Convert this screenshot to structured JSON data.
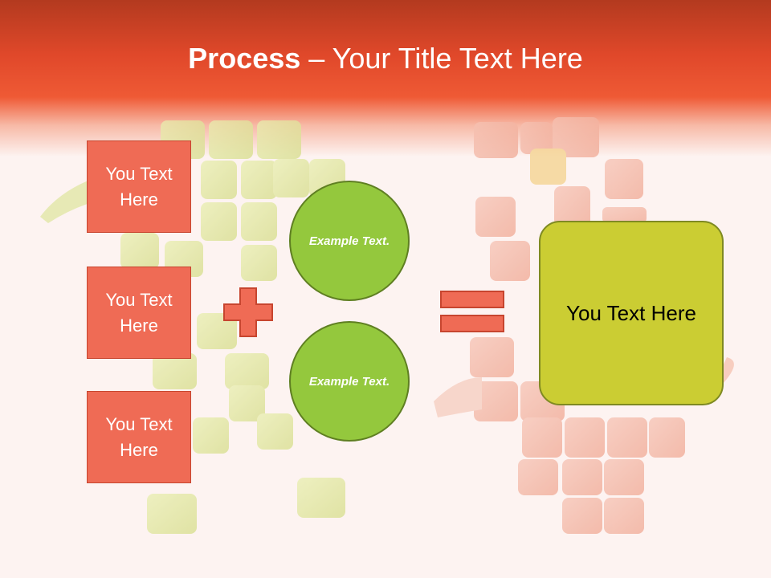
{
  "slide": {
    "title_bold": "Process",
    "title_rest": " – Your Title Text Here"
  },
  "inputs": [
    {
      "label": "You Text Here"
    },
    {
      "label": "You Text Here"
    },
    {
      "label": "You Text Here"
    }
  ],
  "circles": [
    {
      "label": "Example Text."
    },
    {
      "label": "Example Text."
    }
  ],
  "result": {
    "label": "You Text Here"
  },
  "operators": {
    "plus": "plus-icon",
    "equals": "equals-icon"
  },
  "colors": {
    "header": "#e0482a",
    "box_fill": "#ef6b55",
    "circle_fill": "#94c83d",
    "result_fill": "#cbcd33"
  }
}
